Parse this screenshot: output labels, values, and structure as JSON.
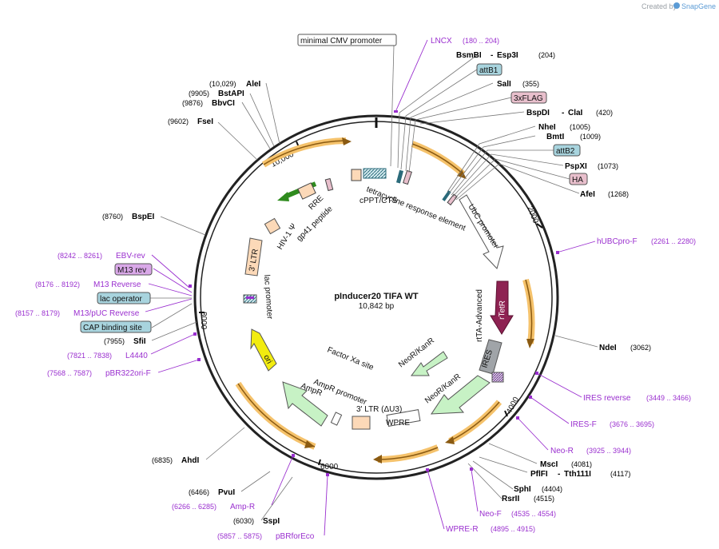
{
  "brand": {
    "prefix": "Created by",
    "name": "SnapGene"
  },
  "plasmid": {
    "name": "pInducer20 TIFA WT",
    "size": "10,842 bp"
  },
  "ticks": [
    "10,000",
    "2000",
    "4000",
    "6000",
    "8000"
  ],
  "boxed_labels": [
    {
      "text": "minimal CMV promoter",
      "fill": "#ffffff"
    },
    {
      "text": "attB1",
      "fill": "#a8d4de"
    },
    {
      "text": "3xFLAG",
      "fill": "#e8bfcc"
    },
    {
      "text": "attB2",
      "fill": "#a8d4de"
    },
    {
      "text": "HA",
      "fill": "#e8bfcc"
    },
    {
      "text": "M13 rev",
      "fill": "#d9a8e8"
    },
    {
      "text": "lac operator",
      "fill": "#a8d4de"
    },
    {
      "text": "CAP binding site",
      "fill": "#a8d4de"
    }
  ],
  "enzymes": [
    {
      "name": "BsmBI",
      "name2": "Esp3I",
      "pos": "(204)"
    },
    {
      "name": "SalI",
      "pos": "(355)"
    },
    {
      "name": "BspDI",
      "name2": "ClaI",
      "pos": "(420)"
    },
    {
      "name": "NheI",
      "pos": "(1005)"
    },
    {
      "name": "BmtI",
      "pos": "(1009)"
    },
    {
      "name": "PspXI",
      "pos": "(1073)"
    },
    {
      "name": "AfeI",
      "pos": "(1268)"
    },
    {
      "name": "NdeI",
      "pos": "(3062)"
    },
    {
      "name": "MscI",
      "pos": "(4081)"
    },
    {
      "name": "PflFI",
      "name2": "Tth111I",
      "pos": "(4117)"
    },
    {
      "name": "SphI",
      "pos": "(4404)"
    },
    {
      "name": "RsrII",
      "pos": "(4515)"
    },
    {
      "name": "SspI",
      "pos": "(6030)"
    },
    {
      "name": "PvuI",
      "pos": "(6466)"
    },
    {
      "name": "AhdI",
      "pos": "(6835)"
    },
    {
      "name": "SfiI",
      "pos": "(7955)"
    },
    {
      "name": "BspEI",
      "pos": "(8760)"
    },
    {
      "name": "FseI",
      "pos": "(9602)"
    },
    {
      "name": "BbvCI",
      "pos": "(9876)"
    },
    {
      "name": "BstAPI",
      "pos": "(9905)"
    },
    {
      "name": "AleI",
      "pos": "(10,029)"
    }
  ],
  "primers": [
    {
      "name": "LNCX",
      "pos": "(180 .. 204)"
    },
    {
      "name": "hUBCpro-F",
      "pos": "(2261 .. 2280)"
    },
    {
      "name": "IRES reverse",
      "pos": "(3449 .. 3466)"
    },
    {
      "name": "IRES-F",
      "pos": "(3676 .. 3695)"
    },
    {
      "name": "Neo-R",
      "pos": "(3925 .. 3944)"
    },
    {
      "name": "Neo-F",
      "pos": "(4535 .. 4554)"
    },
    {
      "name": "WPRE-R",
      "pos": "(4895 .. 4915)"
    },
    {
      "name": "pBRforEco",
      "pos": "(5857 .. 5875)"
    },
    {
      "name": "Amp-R",
      "pos": "(6266 .. 6285)"
    },
    {
      "name": "pBR322ori-F",
      "pos": "(7568 .. 7587)"
    },
    {
      "name": "L4440",
      "pos": "(7821 .. 7838)"
    },
    {
      "name": "M13/pUC Reverse",
      "pos": "(8157 .. 8179)"
    },
    {
      "name": "M13 Reverse",
      "pos": "(8176 .. 8192)"
    },
    {
      "name": "EBV-rev",
      "pos": "(8242 .. 8261)"
    }
  ],
  "features": {
    "tre": "tetracycline response element",
    "ubc": "UbC promoter",
    "rttaadv": "rtTA-Advanced",
    "rtetr": "rTetR",
    "ires": "IRES",
    "neo1": "NeoR/KanR",
    "neo2": "NeoR/KanR",
    "wpre": "WPRE",
    "ltr3du3": "3' LTR (ΔU3)",
    "ampprom": "AmpR promoter",
    "ampr": "AmpR",
    "factorxa": "Factor Xa site",
    "ori": "ori",
    "lacprom": "lac promoter",
    "ltr3": "3' LTR",
    "hiv": "HIV-1 Ψ",
    "rre": "RRE",
    "gp41": "gp41 peptide",
    "cppt": "cPPT/CTS"
  },
  "colors": {
    "backbone": "#222222",
    "primer": "#9a2fcf",
    "orf_highlight": "#f5c26b",
    "orf_arrow": "#8a5a12",
    "rtetr": "#8e2252",
    "ires": "#a0a4a8",
    "neo": "#c7f2c5",
    "ori": "#f2ec10",
    "ltr": "#fcd9b8",
    "green_arrow": "#2f8b1e"
  }
}
